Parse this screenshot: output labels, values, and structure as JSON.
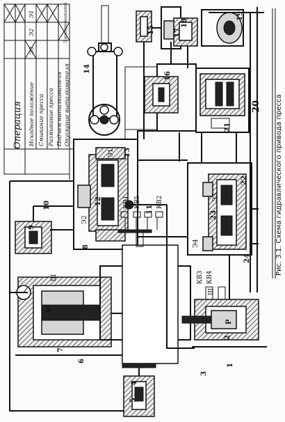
{
  "caption": "Рис. 3.1. Схема гидравлического привода пресса",
  "table": {
    "header_left": "Операция",
    "header_right": "Электромагниты",
    "magnet_cols": [
      "Э1",
      "Э2",
      "Э3"
    ],
    "rows": [
      "Исходное положение",
      "Смыкание пресса",
      "Размыкание пресса",
      "Подъем выталкивателя",
      "Опускание выталкивателя"
    ]
  },
  "labels": {
    "n1": "1",
    "n2": "2",
    "n3": "3",
    "n4": "4",
    "n5": "5",
    "n6": "6",
    "n7": "7",
    "n8": "8",
    "n9": "9",
    "n10": "10",
    "n11": "11",
    "n12": "12",
    "n13": "13",
    "n14": "14",
    "n15": "15",
    "n16": "16",
    "n17": "17",
    "n18": "18",
    "n19": "19",
    "n20": "20",
    "n21": "21",
    "n22": "22",
    "n23": "23",
    "n24": "24",
    "e1": "Э1",
    "e2": "Э2",
    "e3": "Э3",
    "e4": "Э4",
    "kv1": "КВ1",
    "kv2": "КВ2",
    "kv3": "КВ3",
    "kv4": "КВ4",
    "kv5": "КВ5",
    "w1": "Ш",
    "w2": "Ш",
    "p1": "Р",
    "p2": "Р"
  }
}
